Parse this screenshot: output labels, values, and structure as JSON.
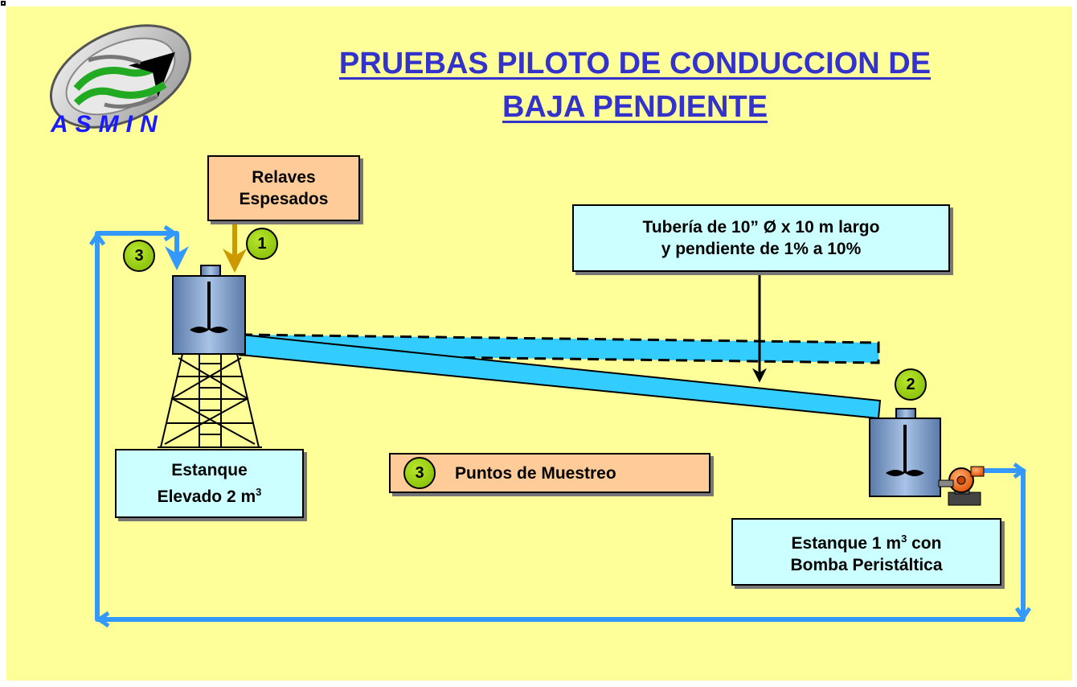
{
  "title": {
    "line1": "PRUEBAS PILOTO DE CONDUCCION DE",
    "line2": "BAJA PENDIENTE"
  },
  "logo": {
    "text": "ASMIN",
    "icon": "asmin-arrows-logo"
  },
  "labels": {
    "relaves_line1": "Relaves",
    "relaves_line2": "Espesados",
    "tuberia_line1": "Tubería de 10” Ø x 10 m largo",
    "tuberia_line2": "y pendiente de 1% a 10%",
    "estanque_elevado_line1": "Estanque",
    "estanque_elevado_line2": "Elevado 2 m",
    "estanque_elevado_sup": "3",
    "estanque_bomba_line1_a": "Estanque  1 m",
    "estanque_bomba_sup": "3",
    "estanque_bomba_line1_b": " con",
    "estanque_bomba_line2": "Bomba Peristáltica",
    "legend_text": "Puntos de  Muestreo"
  },
  "badges": {
    "b1": "1",
    "b2": "2",
    "b3": "3",
    "legend": "3"
  },
  "colors": {
    "background": "#ffff99",
    "title": "#3333cc",
    "pipe": "#33ccff",
    "flow_line": "#3399ff",
    "feed_arrow": "#cc9900",
    "badge": "#99cc00",
    "label_box_cyan": "#ccffff",
    "label_box_peach": "#ffcc99",
    "pump": "#ff6600"
  }
}
